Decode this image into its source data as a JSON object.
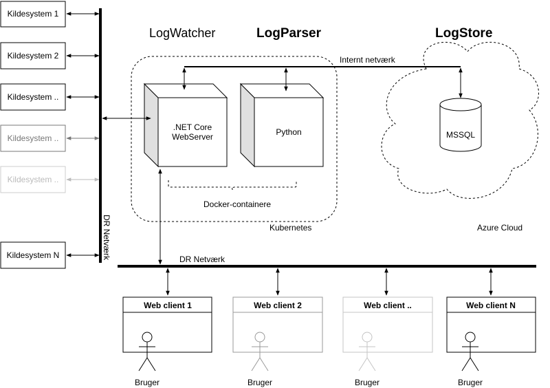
{
  "source_systems": {
    "items": [
      {
        "label": "Kildesystem 1",
        "color": "#000000"
      },
      {
        "label": "Kildesystem 2",
        "color": "#000000"
      },
      {
        "label": "Kildesystem ..",
        "color": "#000000"
      },
      {
        "label": "Kildesystem ..",
        "color": "#777777"
      },
      {
        "label": "Kildesystem ..",
        "color": "#bbbbbb"
      },
      {
        "label": "Kildesystem N",
        "color": "#000000"
      }
    ]
  },
  "networks": {
    "vertical_label": "DR Netværk",
    "horizontal_label": "DR Netværk",
    "internal_label": "Internt netværk"
  },
  "components": {
    "logwatcher": "LogWatcher",
    "logparser": "LogParser",
    "logstore": "LogStore",
    "dotnet_line1": ".NET Core",
    "dotnet_line2": "WebServer",
    "python": "Python",
    "database": "MSSQL",
    "docker": "Docker-containere",
    "kubernetes": "Kubernetes",
    "azure": "Azure Cloud"
  },
  "web_clients": {
    "items": [
      {
        "title": "Web client 1",
        "user": "Bruger",
        "color": "#000000"
      },
      {
        "title": "Web client 2",
        "user": "Bruger",
        "color": "#999999"
      },
      {
        "title": "Web client ..",
        "user": "Bruger",
        "color": "#c4c4c4"
      },
      {
        "title": "Web client N",
        "user": "Bruger",
        "color": "#000000"
      }
    ]
  }
}
